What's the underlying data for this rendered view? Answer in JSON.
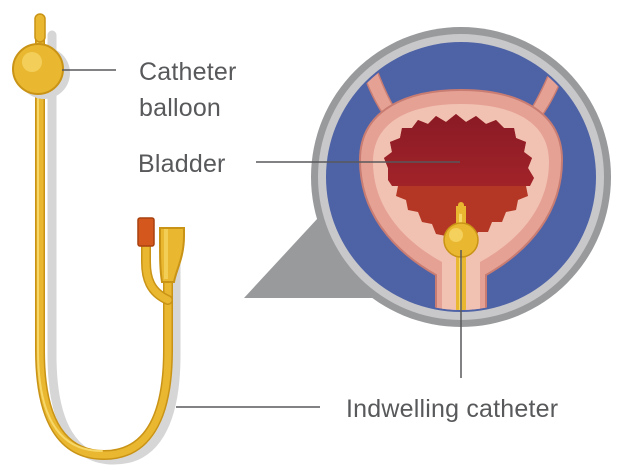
{
  "labels": {
    "balloon_line1": "Catheter",
    "balloon_line2": "balloon",
    "bladder": "Bladder",
    "indwelling": "Indwelling catheter"
  },
  "colors": {
    "catheter_gold": "#e9b730",
    "catheter_dark": "#c99316",
    "catheter_light": "#f6d768",
    "valve_orange": "#d4581d",
    "zoom_circle_blue": "#4e62a6",
    "zoom_ring_gray": "#999a9c",
    "bladder_wall_pink": "#e6a195",
    "bladder_interior": "#b43624",
    "urine_dark": "#8a1a26",
    "leader_line": "#58595b"
  },
  "icons": {
    "catheter": "foley-catheter-illustration",
    "zoom": "magnifier-callout"
  }
}
